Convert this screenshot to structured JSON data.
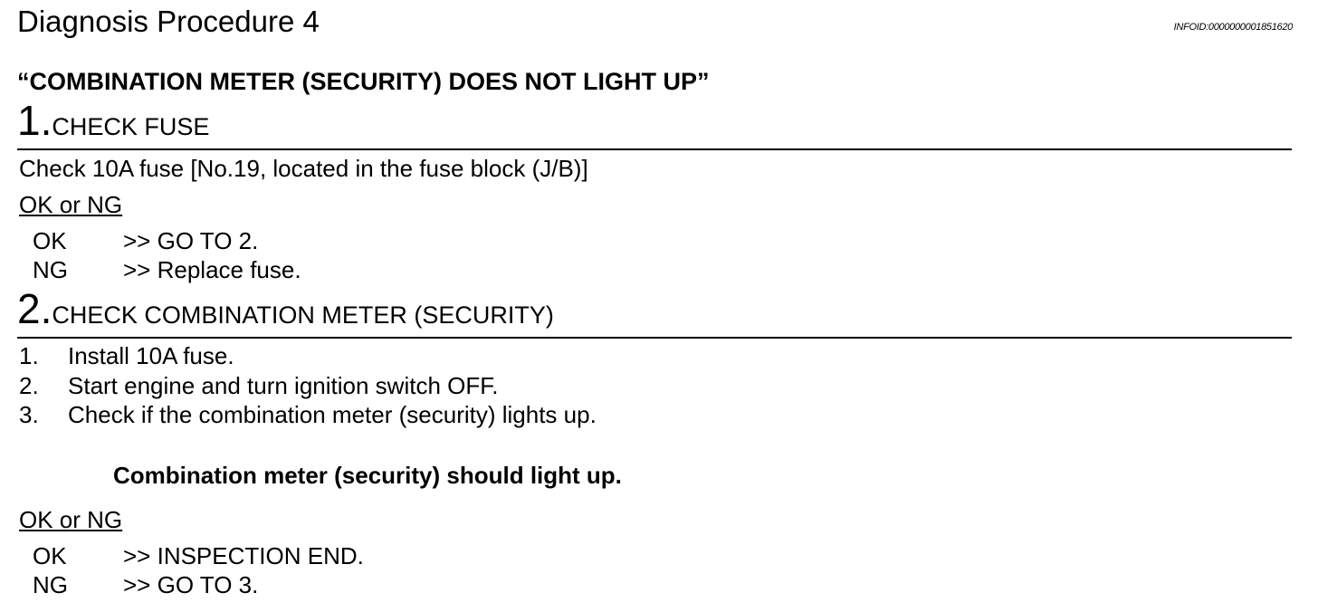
{
  "page": {
    "title": "Diagnosis Procedure 4",
    "info_id": "INFOID:0000000001851620",
    "heading": "“COMBINATION METER (SECURITY) DOES NOT LIGHT UP”"
  },
  "steps": [
    {
      "number": "1",
      "title": "CHECK FUSE",
      "text": "Check 10A fuse [No.19, located in the fuse block (J/B)]",
      "ok_ng_label": "OK or NG",
      "results": [
        {
          "key": "OK",
          "value": ">> GO TO 2."
        },
        {
          "key": "NG",
          "value": ">> Replace fuse."
        }
      ]
    },
    {
      "number": "2",
      "title": "CHECK COMBINATION METER (SECURITY)",
      "items": [
        {
          "num": "1.",
          "text": "Install 10A fuse."
        },
        {
          "num": "2.",
          "text": "Start engine and turn ignition switch OFF."
        },
        {
          "num": "3.",
          "text": "Check if the combination meter (security) lights up."
        }
      ],
      "spec": "Combination meter (security) should light up.",
      "ok_ng_label": "OK or NG",
      "results": [
        {
          "key": "OK",
          "value": ">> INSPECTION END."
        },
        {
          "key": "NG",
          "value": ">> GO TO 3."
        }
      ]
    }
  ]
}
